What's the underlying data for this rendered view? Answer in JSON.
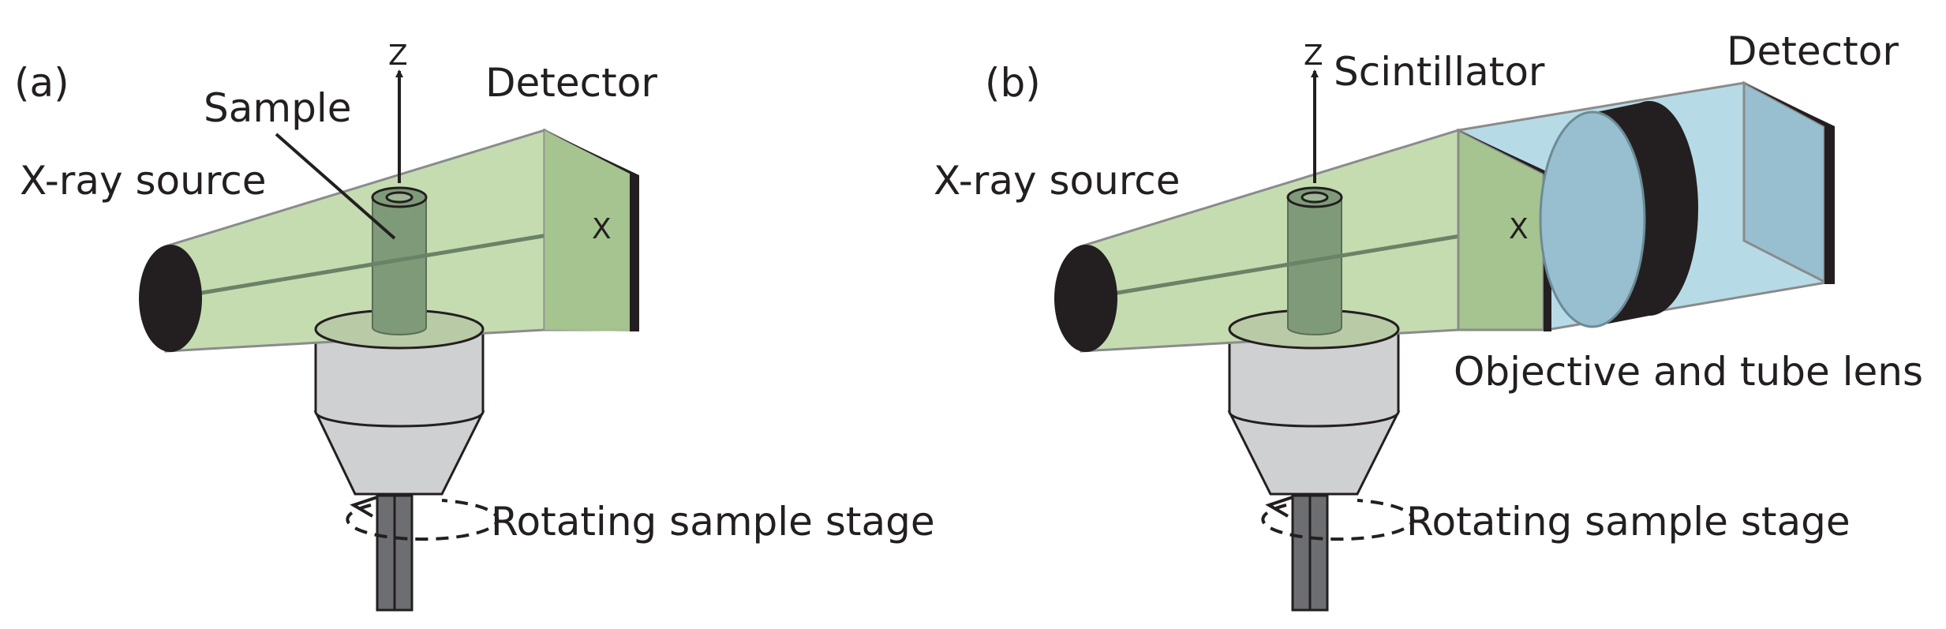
{
  "panel_a": {
    "tag": "(a)",
    "source_label": "X-ray source",
    "sample_label": "Sample",
    "detector_label": "Detector",
    "stage_label": "Rotating sample stage",
    "axis_z": "Z",
    "axis_x": "X"
  },
  "panel_b": {
    "tag": "(b)",
    "source_label": "X-ray source",
    "scintillator_label": "Scintillator",
    "detector_label": "Detector",
    "lens_label": "Objective and tube lens",
    "stage_label": "Rotating sample stage",
    "axis_z": "Z",
    "axis_x": "X"
  },
  "colors": {
    "beam": "#c5dcb1",
    "sample": "#7f9a78",
    "stage": "#cfd0d2",
    "light_path": "#b7dbe6",
    "lens": "#97bfd0",
    "outline": "#231f20"
  }
}
